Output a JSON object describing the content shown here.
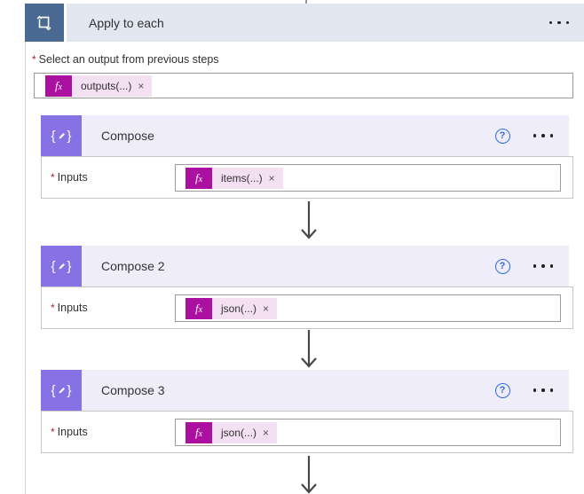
{
  "ui": {
    "required_marker": "*",
    "fx_f": "f",
    "fx_x": "x",
    "remove_glyph": "×",
    "help_glyph": "?",
    "brace_open": "{",
    "brace_close": "}"
  },
  "colors": {
    "loop_icon_bg": "#4a6a93",
    "scope_header_bg": "#e2e8f1",
    "compose_icon_bg": "#8672e4",
    "compose_header_bg": "#f0edfb",
    "fx_badge_bg": "#ac10a0",
    "token_pill_bg": "#f4e0f3",
    "input_border": "#9d9b99",
    "arrow": "#4a4845",
    "help_blue": "#2f6cdb",
    "required_red": "#a4262c"
  },
  "scope": {
    "title": "Apply to each",
    "output_label": "Select an output from previous steps",
    "output_token": "outputs(...)"
  },
  "cards": [
    {
      "title": "Compose",
      "input_label": "Inputs",
      "token": "items(...)"
    },
    {
      "title": "Compose 2",
      "input_label": "Inputs",
      "token": "json(...)"
    },
    {
      "title": "Compose 3",
      "input_label": "Inputs",
      "token": "json(...)"
    }
  ]
}
